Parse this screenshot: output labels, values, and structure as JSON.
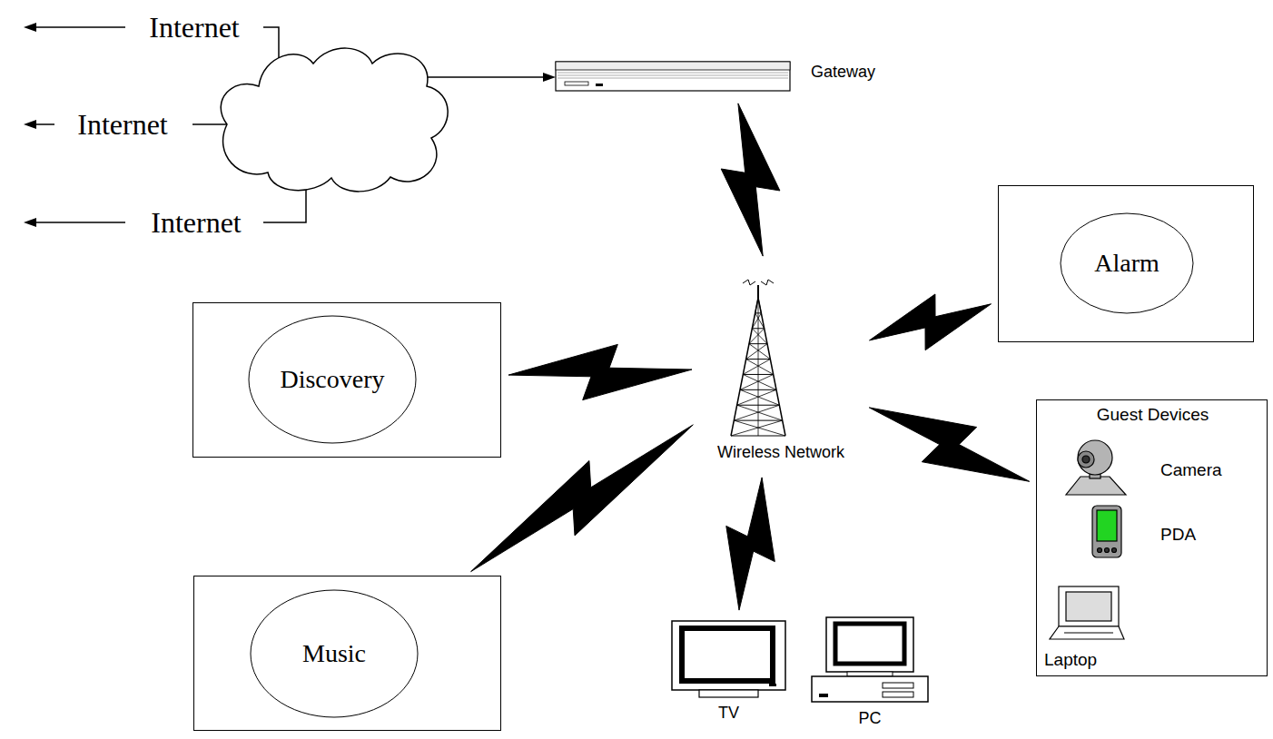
{
  "diagram": {
    "nodes": [
      {
        "text": [
          "Gateway"
        ]
      },
      {
        "text": [
          "Alarm"
        ]
      },
      {
        "text": [
          "Discovery"
        ]
      },
      {
        "text": [
          "Wireless Network"
        ]
      },
      {
        "text": [
          "Guest Devices"
        ]
      },
      {
        "text": [
          "Music"
        ]
      },
      {
        "text": [
          "TV"
        ]
      },
      {
        "text": [
          "PC"
        ]
      }
    ],
    "edges": [
      {
        "from": 3,
        "to": 0,
        "arrow": "none"
      },
      {
        "from": 3,
        "to": 1,
        "arrow": "none"
      },
      {
        "from": 3,
        "to": 2,
        "arrow": "none"
      },
      {
        "from": 3,
        "to": 4,
        "arrow": "none"
      },
      {
        "from": 3,
        "to": 5,
        "arrow": "none"
      },
      {
        "from": 3,
        "to": 6,
        "arrow": "none"
      }
    ],
    "labels": [
      "Internet",
      "Internet",
      "Internet",
      "Camera",
      "PDA",
      "Laptop"
    ]
  }
}
